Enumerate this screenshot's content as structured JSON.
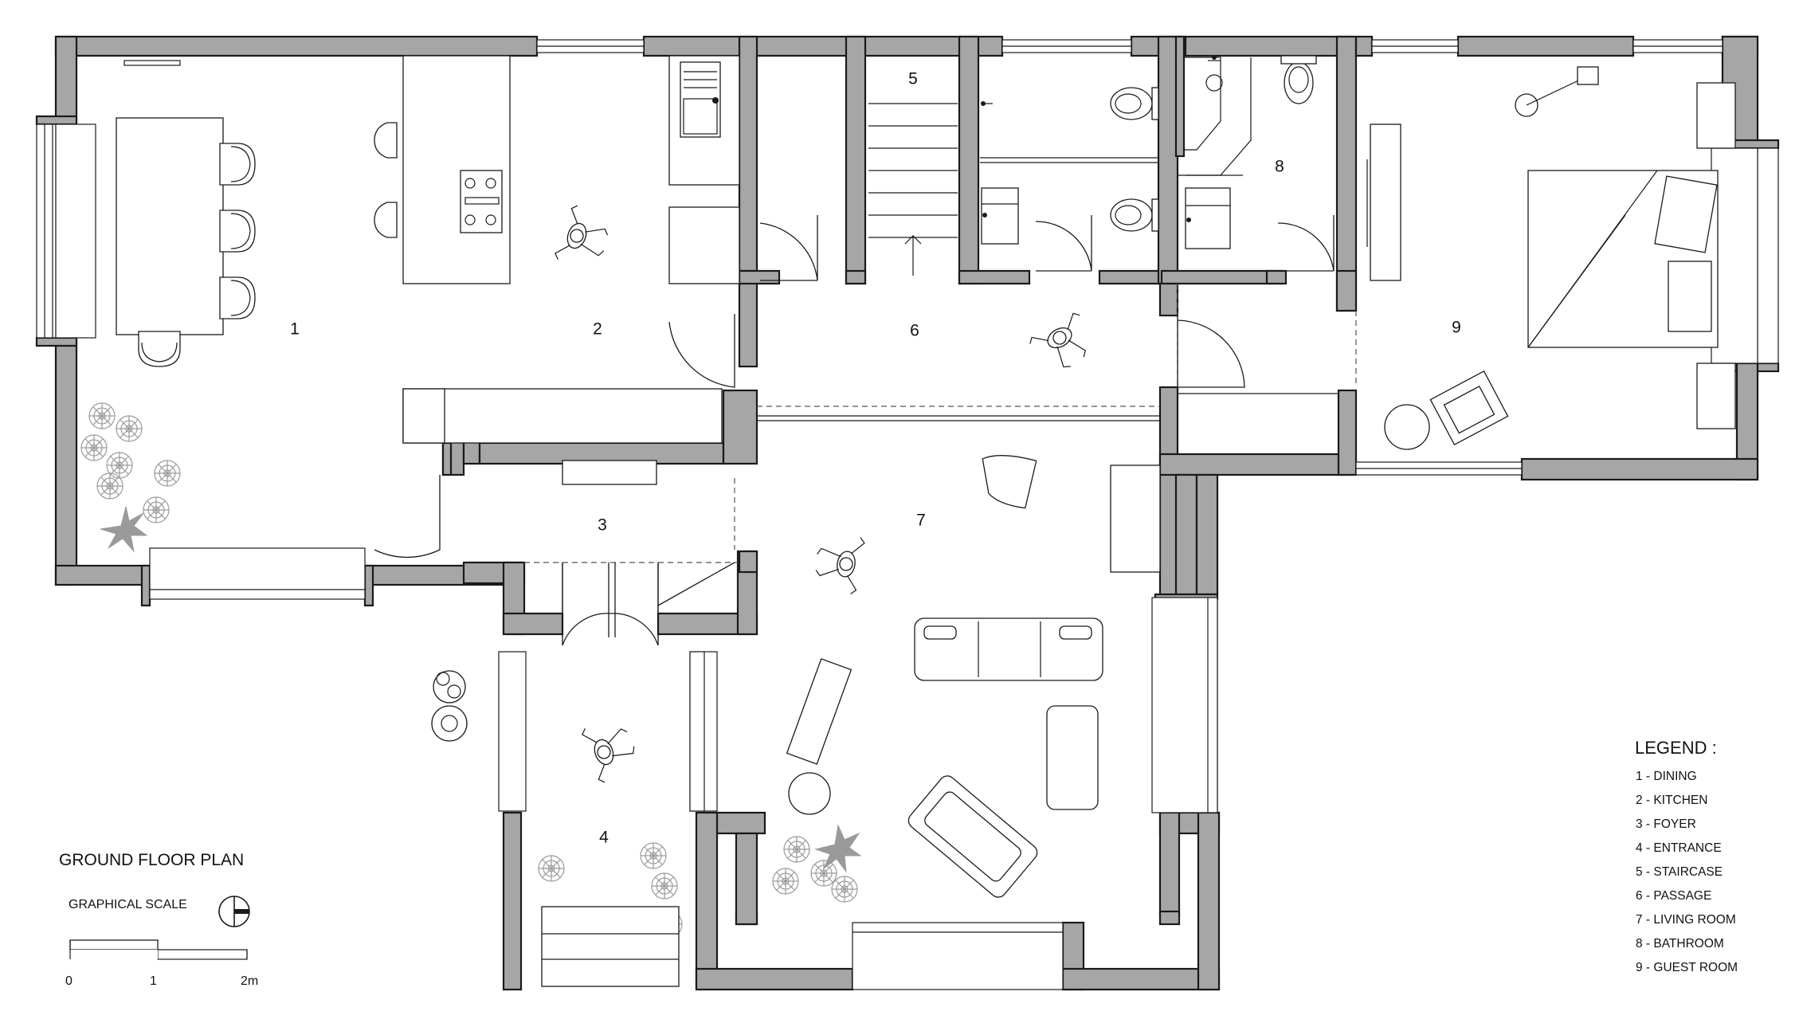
{
  "plan": {
    "title": "GROUND FLOOR PLAN",
    "scale_label": "GRAPHICAL SCALE",
    "scale_ticks": [
      "0",
      "1",
      "2m"
    ]
  },
  "rooms": [
    {
      "number": "1",
      "name": "DINING"
    },
    {
      "number": "2",
      "name": "KITCHEN"
    },
    {
      "number": "3",
      "name": "FOYER"
    },
    {
      "number": "4",
      "name": "ENTRANCE"
    },
    {
      "number": "5",
      "name": "STAIRCASE"
    },
    {
      "number": "6",
      "name": "PASSAGE"
    },
    {
      "number": "7",
      "name": "LIVING ROOM"
    },
    {
      "number": "8",
      "name": "BATHROOM"
    },
    {
      "number": "9",
      "name": "GUEST ROOM"
    }
  ],
  "legend": {
    "title": "LEGEND :",
    "separator": "-"
  },
  "colors": {
    "wall_fill": "#a6a6a6",
    "line": "#1a1a1a",
    "vegetation": "#9a9a9a"
  }
}
